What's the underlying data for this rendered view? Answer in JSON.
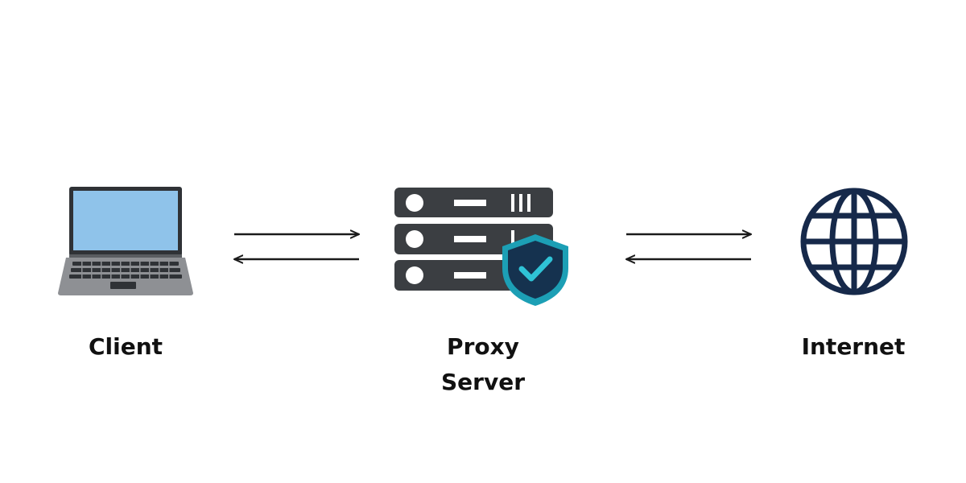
{
  "nodes": {
    "client": {
      "label": "Client",
      "icon": "laptop-icon"
    },
    "proxy": {
      "label_line1": "Proxy",
      "label_line2": "Server",
      "icon": "server-shield-icon"
    },
    "internet": {
      "label": "Internet",
      "icon": "globe-icon"
    }
  },
  "connections": [
    {
      "from": "client",
      "to": "proxy",
      "direction": "bidirectional"
    },
    {
      "from": "proxy",
      "to": "internet",
      "direction": "bidirectional"
    }
  ],
  "colors": {
    "text": "#111111",
    "server": "#3b3e42",
    "server_detail": "#ffffff",
    "shield": "#1c9fb5",
    "shield_inner": "#15324f",
    "check": "#2fc3d6",
    "globe": "#16294a",
    "laptop_body": "#8e9094",
    "laptop_screen": "#8fc3ea",
    "laptop_bezel": "#2f3236",
    "arrow": "#1a1a1a"
  }
}
